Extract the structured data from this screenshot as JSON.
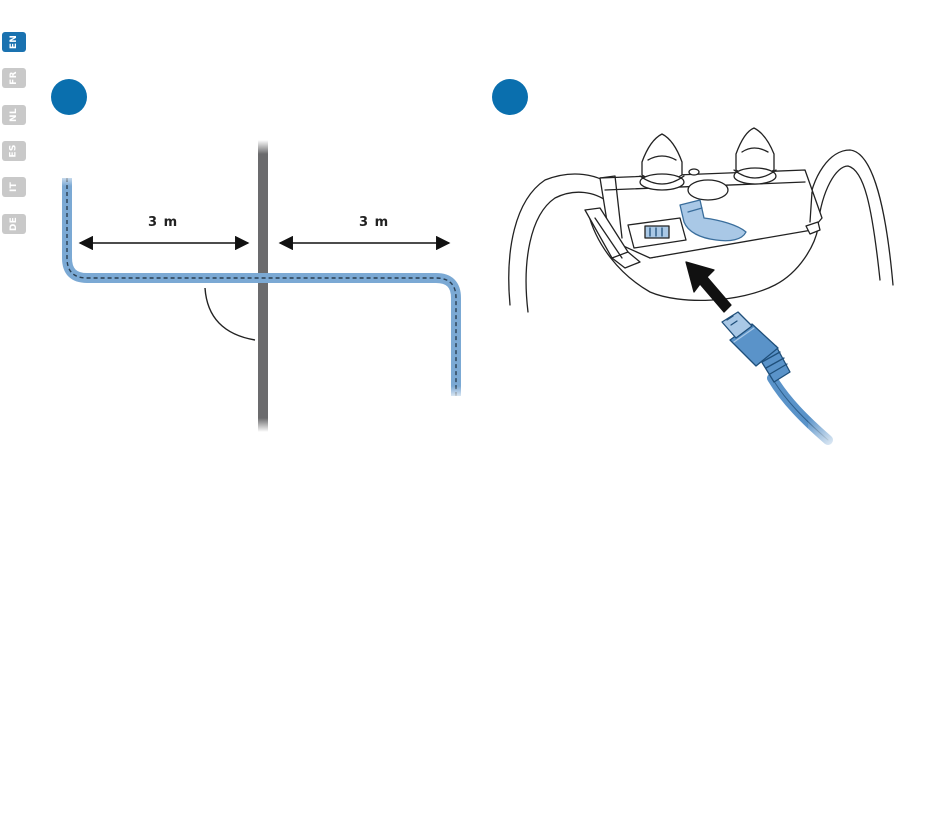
{
  "languages": [
    {
      "code": "EN",
      "active": true
    },
    {
      "code": "FR",
      "active": false
    },
    {
      "code": "NL",
      "active": false
    },
    {
      "code": "ES",
      "active": false
    },
    {
      "code": "IT",
      "active": false
    },
    {
      "code": "DE",
      "active": false
    }
  ],
  "steps": [
    {
      "panel": "wire-crossing-diagram"
    },
    {
      "panel": "collar-charging-illustration"
    }
  ],
  "diagram": {
    "distance_left": "3 m",
    "distance_right": "3 m"
  },
  "colors": {
    "accent": "#0a6fae",
    "wire": "#7ba9d4",
    "wire_dash": "#2b3f52",
    "barrier": "#6b6b6d",
    "tab_active": "#1a72b0",
    "tab_inactive": "#c9c9c9",
    "plug": "#5a93c9",
    "tab_fill": "#a9c8e6"
  }
}
